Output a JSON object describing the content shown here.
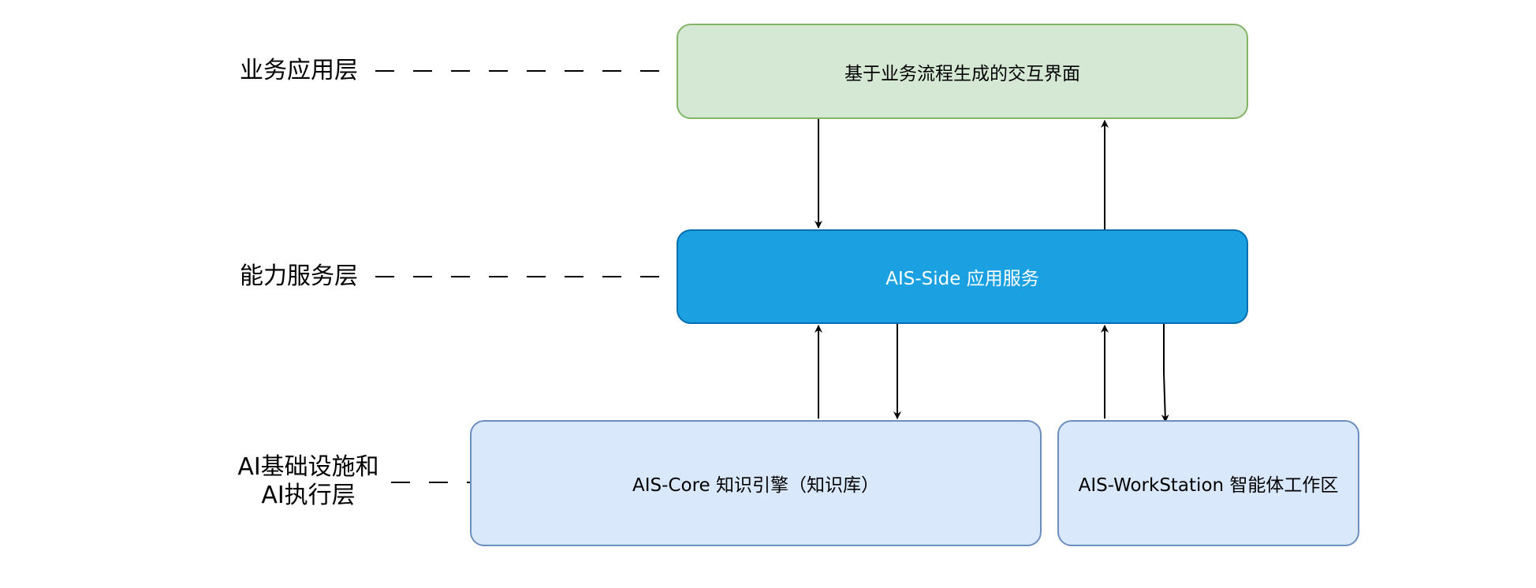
{
  "layers": {
    "business": "业务应用层",
    "capability": "能力服务层",
    "ai_line1": "AI基础设施和",
    "ai_line2": "AI执行层"
  },
  "nodes": {
    "ui": "基于业务流程生成的交互界面",
    "side": "AIS-Side 应用服务",
    "core": "AIS-Core 知识引擎（知识库）",
    "workstation": "AIS-WorkStation 智能体工作区"
  },
  "colors": {
    "green_fill": "#d5e8d4",
    "green_stroke": "#82b366",
    "blue_fill": "#1ba1e2",
    "blue_stroke": "#006eaf",
    "light_fill": "#dae8fc",
    "light_stroke": "#6c8ebf"
  }
}
